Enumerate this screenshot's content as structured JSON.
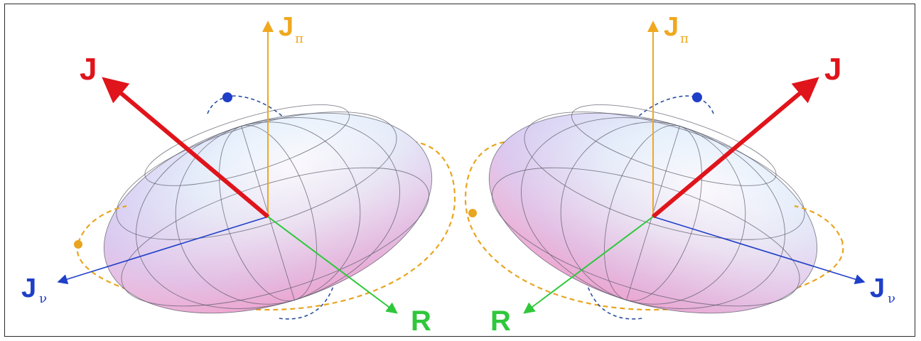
{
  "labels": {
    "total_angular_momentum": "J",
    "rotor_angular_momentum": "R",
    "proton_axis": {
      "main": "J",
      "sub": "π"
    },
    "neutron_axis": {
      "main": "J",
      "sub": "ν"
    }
  },
  "colors": {
    "J": "#e0141b",
    "R": "#2ec83a",
    "J_pi": "#f0a81e",
    "J_nu": "#1f3fc8",
    "orbit_pi": "#e8a51f",
    "orbit_nu": "#2a4fa0",
    "body_top": "#e8f2ff",
    "body_bottom": "#f4b7d8",
    "body_left": "#b9b6f0"
  }
}
